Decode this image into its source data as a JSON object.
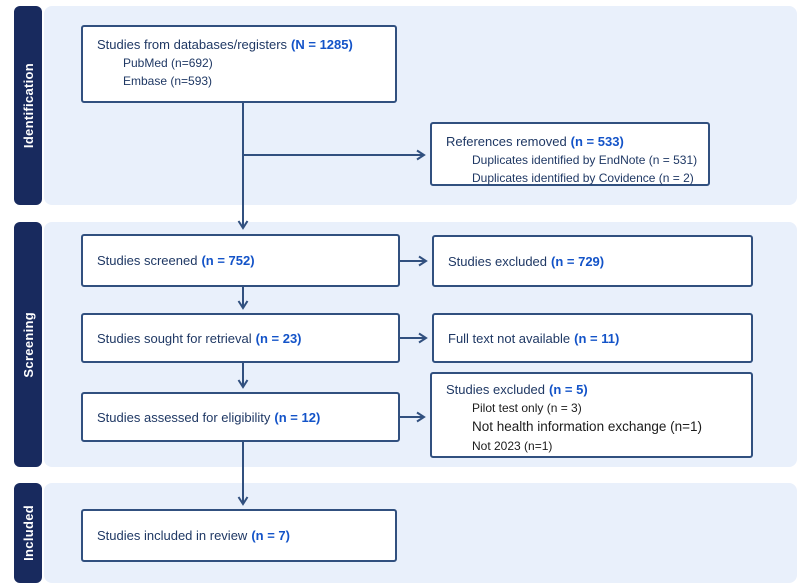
{
  "stages": [
    {
      "label": "Identification"
    },
    {
      "label": "Screening"
    },
    {
      "label": "Included"
    }
  ],
  "boxes": {
    "databases": {
      "title": "Studies from databases/registers",
      "n": "(N = 1285)",
      "items": [
        "PubMed (n=692)",
        "Embase (n=593)"
      ]
    },
    "references_removed": {
      "title": "References removed",
      "n": "(n = 533)",
      "items": [
        "Duplicates identified by EndNote (n = 531)",
        "Duplicates identified by Covidence (n = 2)"
      ]
    },
    "screened": {
      "title": "Studies screened",
      "n": "(n = 752)"
    },
    "excluded_screening": {
      "title": "Studies excluded",
      "n": "(n = 729)"
    },
    "sought": {
      "title": "Studies sought for retrieval",
      "n": "(n = 23)"
    },
    "no_full_text": {
      "title": "Full text not available",
      "n": "(n = 11)"
    },
    "assessed": {
      "title": "Studies assessed for eligibility",
      "n": "(n = 12)"
    },
    "excluded_eligibility": {
      "title": "Studies excluded",
      "n": "(n = 5)",
      "items": [
        "Pilot test only (n = 3)",
        "Not health information exchange (n=1)",
        "Not 2023 (n=1)"
      ]
    },
    "included": {
      "title": "Studies included in review",
      "n": "(n = 7)"
    }
  },
  "colors": {
    "band_background": "#e9f0fb",
    "stage_label_background": "#182a5e",
    "stage_label_text": "#ffffff",
    "box_border": "#31507f",
    "box_text": "#1f3864",
    "count_accent": "#1353c8",
    "connector": "#31507f"
  }
}
